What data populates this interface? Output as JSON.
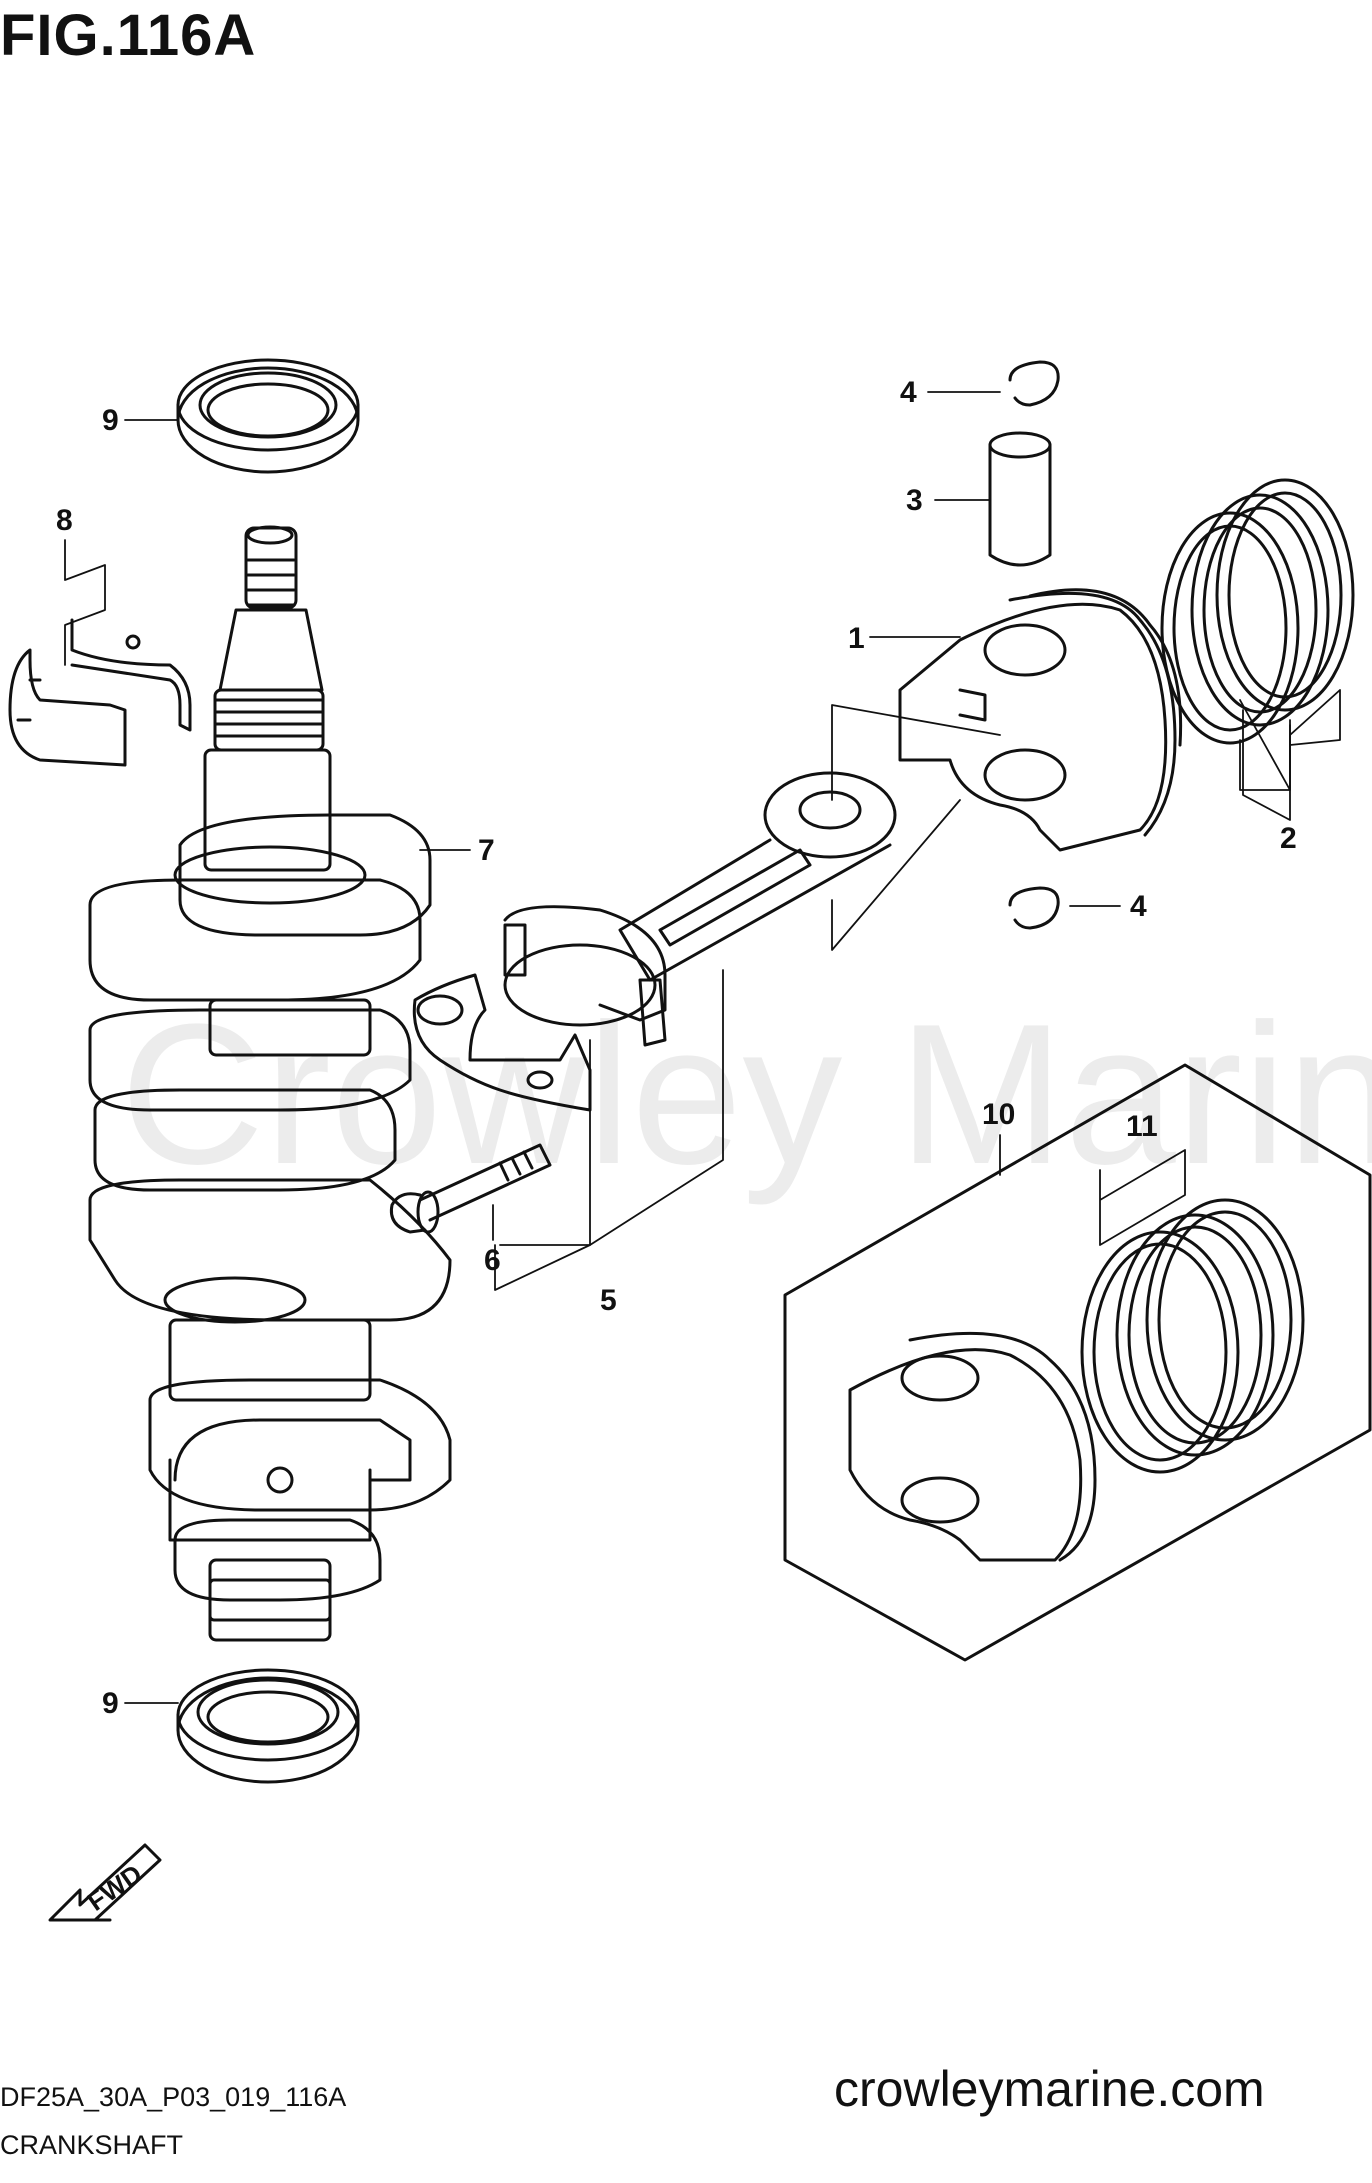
{
  "figure": {
    "title": "FIG.116A",
    "code": "DF25A_30A_P03_019_116A",
    "caption": "CRANKSHAFT",
    "website": "crowleymarine.com",
    "watermark": "Crowley Marine",
    "fwd_label": "FWD"
  },
  "callouts": [
    {
      "id": "callout-1",
      "label": "1"
    },
    {
      "id": "callout-2",
      "label": "2"
    },
    {
      "id": "callout-3",
      "label": "3"
    },
    {
      "id": "callout-4-top",
      "label": "4"
    },
    {
      "id": "callout-4-bottom",
      "label": "4"
    },
    {
      "id": "callout-5",
      "label": "5"
    },
    {
      "id": "callout-6",
      "label": "6"
    },
    {
      "id": "callout-7",
      "label": "7"
    },
    {
      "id": "callout-8",
      "label": "8"
    },
    {
      "id": "callout-9-top",
      "label": "9"
    },
    {
      "id": "callout-9-bottom",
      "label": "9"
    },
    {
      "id": "callout-10",
      "label": "10"
    },
    {
      "id": "callout-11",
      "label": "11"
    }
  ],
  "colors": {
    "ink": "#111111",
    "paper": "#ffffff"
  }
}
